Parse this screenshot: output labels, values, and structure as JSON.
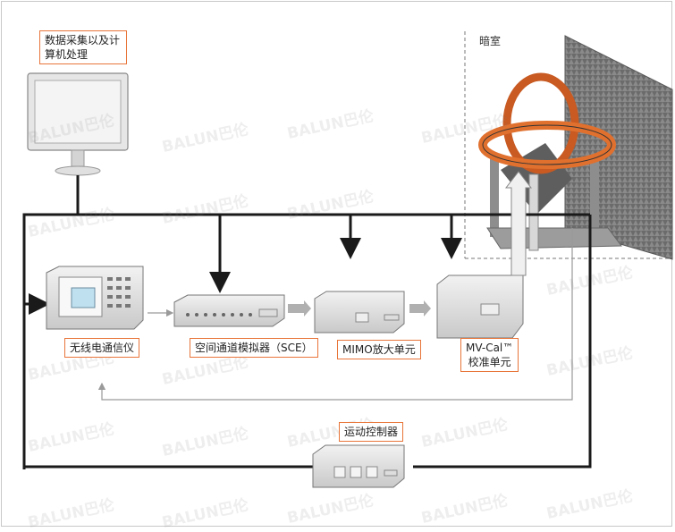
{
  "labels": {
    "computer": "数据采集以及计算机处理",
    "darkroom": "暗室",
    "radio_tester": "无线电通信仪",
    "sce": "空间通道模拟器（SCE）",
    "mimo_amp": "MIMO放大单元",
    "mvcal_line1": "MV-Cal™",
    "mvcal_line2": "校准单元",
    "motion_controller": "运动控制器"
  },
  "watermark": "BALUN巴伦",
  "colors": {
    "accent": "#e8753a",
    "line": "#1a1a1a",
    "ring": "#e0702e"
  }
}
